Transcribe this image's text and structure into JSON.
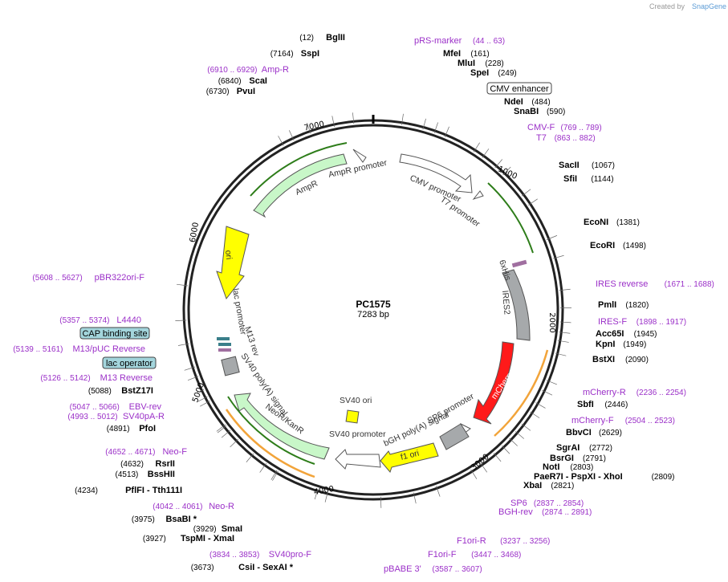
{
  "app": {
    "created_by": "Created by",
    "brand": "SnapGene"
  },
  "plasmid": {
    "name": "PC1575",
    "size": "7283 bp",
    "length": 7283
  },
  "ticks": [
    "1000",
    "2000",
    "3000",
    "4000",
    "5000",
    "6000",
    "7000"
  ],
  "colors": {
    "primer": "#9b30c8",
    "feature_fill": "#c8f7c8",
    "promoter_fill": "#ffffff",
    "ori": "#ffff00",
    "mcherry": "#ff1a1a",
    "gray": "#a6a9ab",
    "orange": "#f2a43a",
    "green_line": "#2e7d1a",
    "boxed": "#a3d5dc"
  },
  "enzymes": [
    {
      "name": "BglII",
      "pos": "(12)",
      "side": "left"
    },
    {
      "name": "SspI",
      "pos": "(7164)",
      "side": "left"
    },
    {
      "name": "ScaI",
      "pos": "(6840)",
      "side": "left"
    },
    {
      "name": "PvuI",
      "pos": "(6730)",
      "side": "left"
    },
    {
      "name": "MfeI",
      "pos": "(161)",
      "side": "right"
    },
    {
      "name": "MluI",
      "pos": "(228)",
      "side": "right"
    },
    {
      "name": "SpeI",
      "pos": "(249)",
      "side": "right"
    },
    {
      "name": "NdeI",
      "pos": "(484)",
      "side": "right"
    },
    {
      "name": "SnaBI",
      "pos": "(590)",
      "side": "right"
    },
    {
      "name": "SacII",
      "pos": "(1067)",
      "side": "right"
    },
    {
      "name": "SfiI",
      "pos": "(1144)",
      "side": "right"
    },
    {
      "name": "EcoNI",
      "pos": "(1381)",
      "side": "right"
    },
    {
      "name": "EcoRI",
      "pos": "(1498)",
      "side": "right"
    },
    {
      "name": "PmlI",
      "pos": "(1820)",
      "side": "right"
    },
    {
      "name": "Acc65I",
      "pos": "(1945)",
      "side": "right"
    },
    {
      "name": "KpnI",
      "pos": "(1949)",
      "side": "right"
    },
    {
      "name": "BstXI",
      "pos": "(2090)",
      "side": "right"
    },
    {
      "name": "SbfI",
      "pos": "(2446)",
      "side": "right"
    },
    {
      "name": "BbvCI",
      "pos": "(2629)",
      "side": "right"
    },
    {
      "name": "SgrAI",
      "pos": "(2772)",
      "side": "right"
    },
    {
      "name": "BsrGI",
      "pos": "(2791)",
      "side": "right"
    },
    {
      "name": "NotI",
      "pos": "(2803)",
      "side": "right"
    },
    {
      "name": "PaeR7I - PspXI - XhoI",
      "pos": "(2809)",
      "side": "right"
    },
    {
      "name": "XbaI",
      "pos": "(2821)",
      "side": "right"
    },
    {
      "name": "BstZ17I",
      "pos": "(5088)",
      "side": "left"
    },
    {
      "name": "PfoI",
      "pos": "(4891)",
      "side": "left"
    },
    {
      "name": "RsrII",
      "pos": "(4632)",
      "side": "left"
    },
    {
      "name": "BssHII",
      "pos": "(4513)",
      "side": "left"
    },
    {
      "name": "PflFI - Tth111I",
      "pos": "(4234)",
      "side": "left"
    },
    {
      "name": "BsaBI *",
      "pos": "(3975)",
      "side": "left"
    },
    {
      "name": "SmaI",
      "pos": "(3929)",
      "side": "left"
    },
    {
      "name": "TspMI - XmaI",
      "pos": "(3927)",
      "side": "left"
    },
    {
      "name": "CsiI - SexAI *",
      "pos": "(3673)",
      "side": "left"
    }
  ],
  "primers": [
    {
      "name": "pRS-marker",
      "range": "(44 .. 63)"
    },
    {
      "name": "Amp-R",
      "range": "(6910 .. 6929)"
    },
    {
      "name": "CMV-F",
      "range": "(769 .. 789)"
    },
    {
      "name": "T7",
      "range": "(863 .. 882)"
    },
    {
      "name": "IRES reverse",
      "range": "(1671 .. 1688)"
    },
    {
      "name": "IRES-F",
      "range": "(1898 .. 1917)"
    },
    {
      "name": "mCherry-R",
      "range": "(2236 .. 2254)"
    },
    {
      "name": "mCherry-F",
      "range": "(2504 .. 2523)"
    },
    {
      "name": "SP6",
      "range": "(2837 .. 2854)"
    },
    {
      "name": "BGH-rev",
      "range": "(2874 .. 2891)"
    },
    {
      "name": "F1ori-R",
      "range": "(3237 .. 3256)"
    },
    {
      "name": "F1ori-F",
      "range": "(3447 .. 3468)"
    },
    {
      "name": "pBABE 3'",
      "range": "(3587 .. 3607)"
    },
    {
      "name": "SV40pro-F",
      "range": "(3834 .. 3853)"
    },
    {
      "name": "Neo-R",
      "range": "(4042 .. 4061)"
    },
    {
      "name": "Neo-F",
      "range": "(4652 .. 4671)"
    },
    {
      "name": "SV40pA-R",
      "range": "(4993 .. 5012)"
    },
    {
      "name": "EBV-rev",
      "range": "(5047 .. 5066)"
    },
    {
      "name": "M13 Reverse",
      "range": "(5126 .. 5142)"
    },
    {
      "name": "M13/pUC Reverse",
      "range": "(5139 .. 5161)"
    },
    {
      "name": "L4440",
      "range": "(5357 .. 5374)"
    },
    {
      "name": "pBR322ori-F",
      "range": "(5608 .. 5627)"
    }
  ],
  "boxed_features": {
    "cmv_enhancer": "CMV enhancer",
    "cap_site": "CAP binding site",
    "lac_operator": "lac operator"
  },
  "features": {
    "ampr_promoter": "AmpR promoter",
    "ampr": "AmpR",
    "cmv_promoter": "CMV promoter",
    "t7_promoter": "T7 promoter",
    "his6": "6xHis",
    "ires2": "IRES2",
    "mcherry": "mCherry",
    "sp6_promoter": "SP6 promoter",
    "bgh": "bGH poly(A) signal",
    "f1_ori": "f1 ori",
    "sv40_ori": "SV40 ori",
    "sv40_promoter": "SV40 promoter",
    "neokanr": "NeoR/KanR",
    "sv40_polya": "SV40 poly(A) signal",
    "m13_rev": "M13 rev",
    "lac_promoter": "lac promoter",
    "ori": "ori"
  }
}
